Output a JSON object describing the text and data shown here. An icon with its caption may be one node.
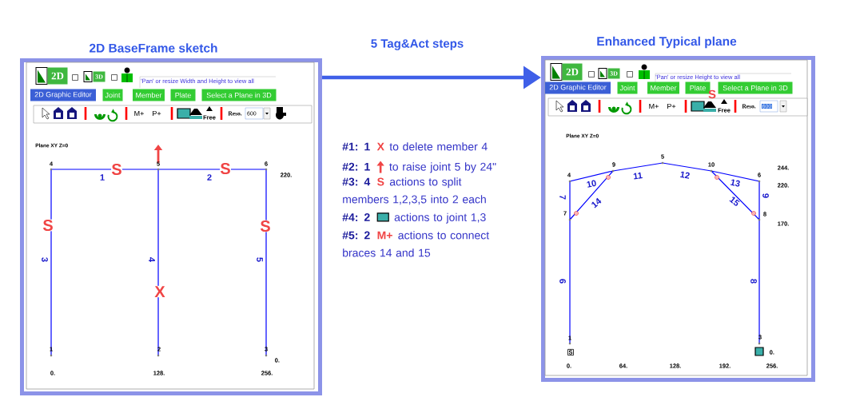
{
  "diagram": {
    "nodes": [
      {
        "text": [
          "2D BaseFrame sketch"
        ]
      },
      {
        "text": [
          "Enhanced Typical plane"
        ]
      }
    ],
    "edges": [
      {
        "from": 0,
        "to": 1,
        "arrow": "to",
        "label": "5 Tag&Act steps"
      }
    ],
    "labels": [
      "2D",
      "3D",
      "'Pan' or resize Width and Height to view all",
      "2D Graphic Editor",
      "Joint",
      "Member",
      "Plate",
      "Select a Plane in 3D",
      "M+",
      "P+",
      "Free",
      "Reso.",
      "600",
      "Plane XY Z=0",
      "4",
      "5",
      "6",
      "S",
      "S",
      "1",
      "2",
      "220.",
      "S",
      "S",
      "3",
      "4",
      "5",
      "X",
      "1",
      "2",
      "3",
      "0.",
      "0.",
      "128.",
      "256.",
      "#1: 1",
      "X",
      "to delete member 4",
      "#2: 1",
      "to raise joint 5 by 24\"",
      "#3: 4",
      "S",
      "actions to split members 1,2,3,5 into 2 each",
      "#4: 2",
      "actions to joint 1,3",
      "#5: 2",
      "M+",
      "actions to connect braces 14 and 15",
      "2D",
      "3D",
      "'Pan' or resize Height to view all",
      "2D Graphic Editor",
      "Joint",
      "Member",
      "Plate",
      "S",
      "Select a Plane in 3D",
      "M+",
      "P+",
      "Free",
      "Reso.",
      "600",
      "Plane XY Z=0",
      "5",
      "9",
      "10",
      "244.",
      "4",
      "6",
      "10",
      "11",
      "12",
      "13",
      "220.",
      "7",
      "14",
      "15",
      "9",
      "7",
      "8",
      "170.",
      "6",
      "8",
      "1",
      "3",
      "S",
      "0.",
      "0.",
      "64.",
      "128.",
      "192.",
      "256."
    ]
  }
}
